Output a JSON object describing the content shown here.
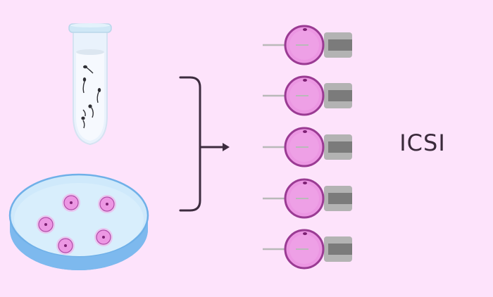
{
  "diagram": {
    "technique_label": "ICSI",
    "colors": {
      "background": "#fde3fb",
      "tube_glass": "#e9f2fc",
      "tube_cap": "#cfe7f6",
      "sperm": "#2f2f35",
      "dish_top": "#cfe9fb",
      "dish_rim": "#6fb0e8",
      "dish_side": "#7db9ee",
      "oocyte_fill": "#ec97e3",
      "oocyte_ring": "#9a3b93",
      "bracket": "#3d2c3f",
      "holding_pipette": "#7b7b7b",
      "injection_needle": "#b9b9b9"
    },
    "icons": {
      "tube": "test-tube-with-sperm",
      "dish": "petri-dish-with-oocytes",
      "bracket": "bracket-arrow",
      "injection": "icsi-injection-icon"
    }
  }
}
